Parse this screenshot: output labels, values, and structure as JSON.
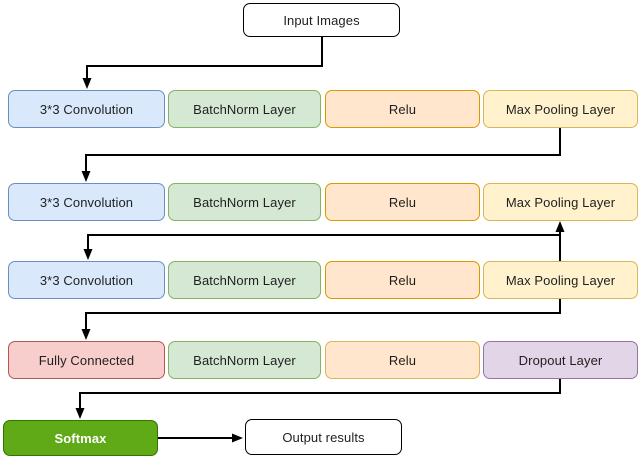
{
  "diagram": {
    "title_node": {
      "label": "Input Images"
    },
    "rows": [
      {
        "cells": [
          {
            "label": "3*3 Convolution",
            "palette": "blue"
          },
          {
            "label": "BatchNorm Layer",
            "palette": "green"
          },
          {
            "label": "Relu",
            "palette": "orange"
          },
          {
            "label": "Max Pooling Layer",
            "palette": "yellow"
          }
        ]
      },
      {
        "cells": [
          {
            "label": "3*3 Convolution",
            "palette": "blue"
          },
          {
            "label": "BatchNorm Layer",
            "palette": "green"
          },
          {
            "label": "Relu",
            "palette": "orange"
          },
          {
            "label": "Max Pooling Layer",
            "palette": "yellow"
          }
        ]
      },
      {
        "cells": [
          {
            "label": "3*3 Convolution",
            "palette": "blue"
          },
          {
            "label": "BatchNorm Layer",
            "palette": "green"
          },
          {
            "label": "Relu",
            "palette": "orange"
          },
          {
            "label": "Max Pooling Layer",
            "palette": "yellow"
          }
        ]
      },
      {
        "cells": [
          {
            "label": "Fully Connected",
            "palette": "pink"
          },
          {
            "label": "BatchNorm Layer",
            "palette": "green"
          },
          {
            "label": "Relu",
            "palette": "orange2"
          },
          {
            "label": "Dropout Layer",
            "palette": "purple"
          }
        ]
      }
    ],
    "softmax_node": {
      "label": "Softmax",
      "palette": "softmax_green"
    },
    "output_node": {
      "label": "Output results"
    }
  },
  "palette": {
    "blue": {
      "fill": "#dae8fc",
      "stroke": "#6c8ebf"
    },
    "green": {
      "fill": "#d5e8d4",
      "stroke": "#82b366"
    },
    "orange": {
      "fill": "#ffe6cc",
      "stroke": "#d79b00"
    },
    "orange2": {
      "fill": "#ffe6cc",
      "stroke": "#d6b656"
    },
    "yellow": {
      "fill": "#fff2cc",
      "stroke": "#d6b656"
    },
    "pink": {
      "fill": "#f8cecc",
      "stroke": "#b85450"
    },
    "purple": {
      "fill": "#e1d5e7",
      "stroke": "#9673a6"
    },
    "softmax_green": {
      "fill": "#60a917",
      "stroke": "#2d7600"
    },
    "connector_color": "#000000"
  }
}
